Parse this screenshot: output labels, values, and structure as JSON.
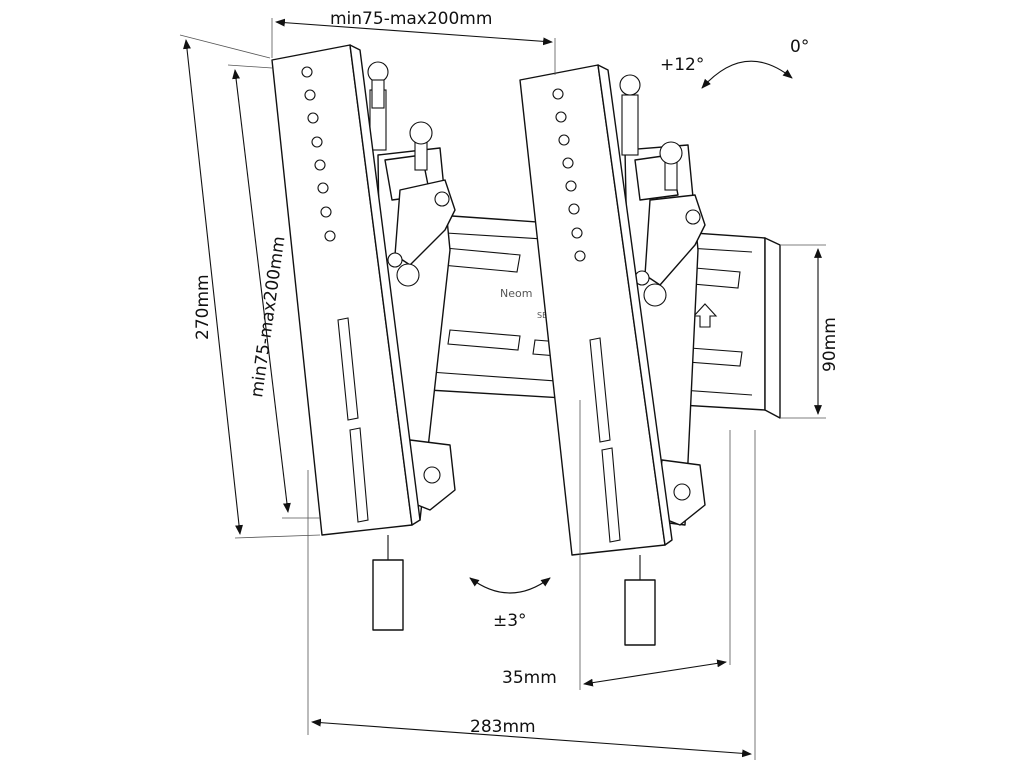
{
  "dimensions": {
    "top_width": "min75-max200mm",
    "left_height": "270mm",
    "left_inner_height": "min75-max200mm",
    "right_height": "90mm",
    "bottom_offset": "35mm",
    "bottom_width": "283mm"
  },
  "angles": {
    "tilt_forward": "+12°",
    "tilt_zero": "0°",
    "swivel": "±3°"
  },
  "brand": {
    "name": "Neom",
    "sub": "SELE"
  }
}
